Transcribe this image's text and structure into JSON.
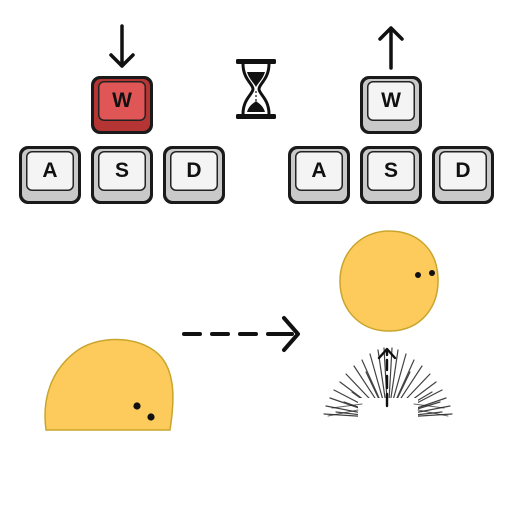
{
  "tutorial": {
    "before": {
      "arrow": "down-arrow-icon",
      "keys_top": [
        {
          "label": "W",
          "state": "pressed"
        }
      ],
      "keys_bottom": [
        {
          "label": "A"
        },
        {
          "label": "S"
        },
        {
          "label": "D"
        }
      ]
    },
    "wait": {
      "icon": "hourglass-icon"
    },
    "after": {
      "arrow": "up-arrow-icon",
      "keys_top": [
        {
          "label": "W",
          "state": "released"
        }
      ],
      "keys_bottom": [
        {
          "label": "A"
        },
        {
          "label": "S"
        },
        {
          "label": "D"
        }
      ]
    },
    "character": {
      "color": "#fdcb5c",
      "outline": "#c9a52c"
    },
    "action": {
      "icon": "dashed-right-arrow-icon",
      "result": "jump"
    },
    "colors": {
      "pressed_key": "#e05555",
      "key_face": "#f4f4f4"
    }
  }
}
